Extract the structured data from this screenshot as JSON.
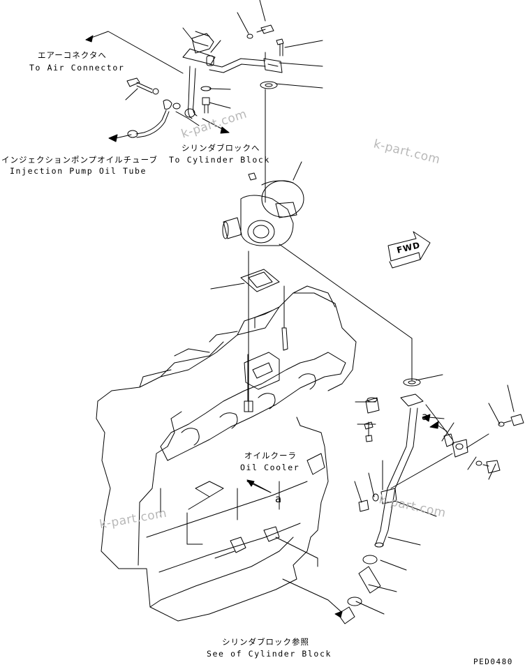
{
  "labels": {
    "air_connector_jp": "エアーコネクタへ",
    "air_connector_en": "To Air Connector",
    "cyl_block_jp": "シリンダブロックへ",
    "cyl_block_en": "To Cylinder Block",
    "inj_pump_jp": "インジェクションポンプオイルチューブ",
    "inj_pump_en": "Injection Pump Oil Tube",
    "oil_cooler_jp": "オイルクーラ",
    "oil_cooler_en": "Oil Cooler",
    "see_cyl_jp": "シリンダブロック参照",
    "see_cyl_en": "See of Cylinder Block",
    "view_a_1": "a",
    "view_a_2": "a",
    "fwd": "FWD",
    "code": "PED0480"
  },
  "watermarks": [
    "k-part.com",
    "k-part.com",
    "k-part.com",
    "k-part.com"
  ]
}
